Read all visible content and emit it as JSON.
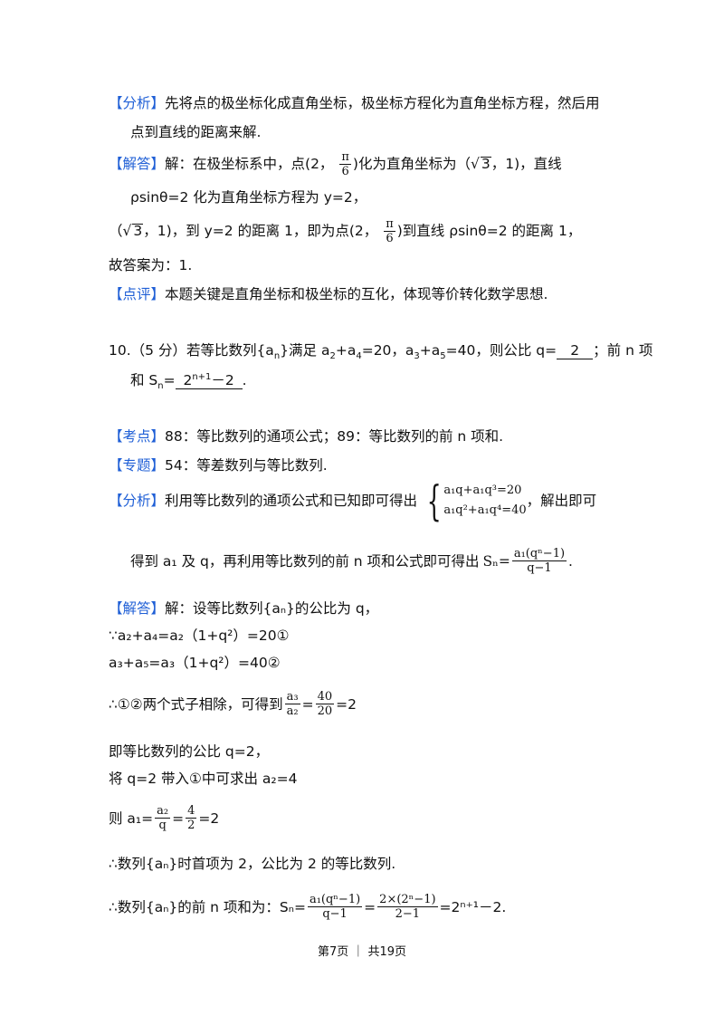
{
  "block1": {
    "tag_analysis": "【分析】",
    "analysis_l1": "先将点的极坐标化成直角坐标，极坐标方程化为直角坐标方程，然后用",
    "analysis_l2": "点到直线的距离来解.",
    "tag_solution": "【解答】",
    "sol_l1_a": "解：在极坐标系中，点(2，",
    "pi": "π",
    "six": "6",
    "sol_l1_b": ")化为直角坐标为（",
    "sqrt_prefix": "√",
    "three": "3",
    "sol_l1_c": "，1)，直线",
    "sol_l2": "ρsinθ=2 化为直角坐标方程为 y=2，",
    "sol_l3_a": "（",
    "sol_l3_b": "，1)，到 y=2 的距离 1，即为点(2，",
    "sol_l3_c": ")到直线 ρsinθ=2 的距离 1，",
    "sol_l4": "故答案为：1.",
    "tag_comment": "【点评】",
    "comment": "本题关键是直角坐标和极坐标的互化，体现等价转化数学思想."
  },
  "q10": {
    "l1_a": "10.（5 分）若等比数列{a",
    "n": "n",
    "l1_b": "}满足 a",
    "s2": "2",
    "plus_a": "+a",
    "s4": "4",
    "l1_c": "=20，a",
    "s3": "3",
    "s5": "5",
    "l1_d": "=40，则公比 q=",
    "answer_q": "2",
    "l1_e": "；前 n 项",
    "l2_a": "和 S",
    "l2_b": "=",
    "answer_s_a": "2",
    "answer_s_sup": "n+1",
    "answer_s_b": "－2",
    "l2_c": "."
  },
  "q10_analysis": {
    "tag_point": "【考点】",
    "point": "88：等比数列的通项公式；89：等比数列的前 n 项和.",
    "tag_topic": "【专题】",
    "topic": "54：等差数列与等比数列.",
    "tag_analysis": "【分析】",
    "analysis_a": "利用等比数列的通项公式和已知即可得出",
    "sys_row1": "a₁q+a₁q³=20",
    "sys_row2": "a₁q²+a₁q⁴=40",
    "analysis_b": "，解出即可",
    "analysis_l2": "得到 a₁ 及 q，再利用等比数列的前 n 项和公式即可得出",
    "sn_lhs": "Sₙ=",
    "sn_num": "a₁(qⁿ−1)",
    "sn_den": "q−1",
    "analysis_end": "."
  },
  "q10_solution": {
    "tag": "【解答】",
    "l1": "解：设等比数列{aₙ}的公比为 q，",
    "l2": "∵a₂+a₄=a₂（1+q²）=20①",
    "l3": "a₃+a₅=a₃（1+q²）=40②",
    "l4_a": "∴①②两个式子相除，可得到",
    "l4_num1": "a₃",
    "l4_den1": "a₂",
    "l4_eq": "=",
    "l4_num2": "40",
    "l4_den2": "20",
    "l4_b": "=2",
    "l5": "即等比数列的公比 q=2，",
    "l6": "将 q=2 带入①中可求出 a₂=4",
    "l7_a": "则 a₁=",
    "l7_num1": "a₂",
    "l7_den1": "q",
    "l7_eq": "=",
    "l7_num2": "4",
    "l7_den2": "2",
    "l7_b": "=2",
    "l8": "∴数列{aₙ}时首项为 2，公比为 2 的等比数列.",
    "l9_a": "∴数列{aₙ}的前 n 项和为：Sₙ=",
    "l9_num1": "a₁(qⁿ−1)",
    "l9_den1": "q−1",
    "l9_eq": "=",
    "l9_num2": "2×(2ⁿ−1)",
    "l9_den2": "2−1",
    "l9_b": "=2ⁿ⁺¹－2."
  },
  "footer": "第7页 ｜ 共19页"
}
